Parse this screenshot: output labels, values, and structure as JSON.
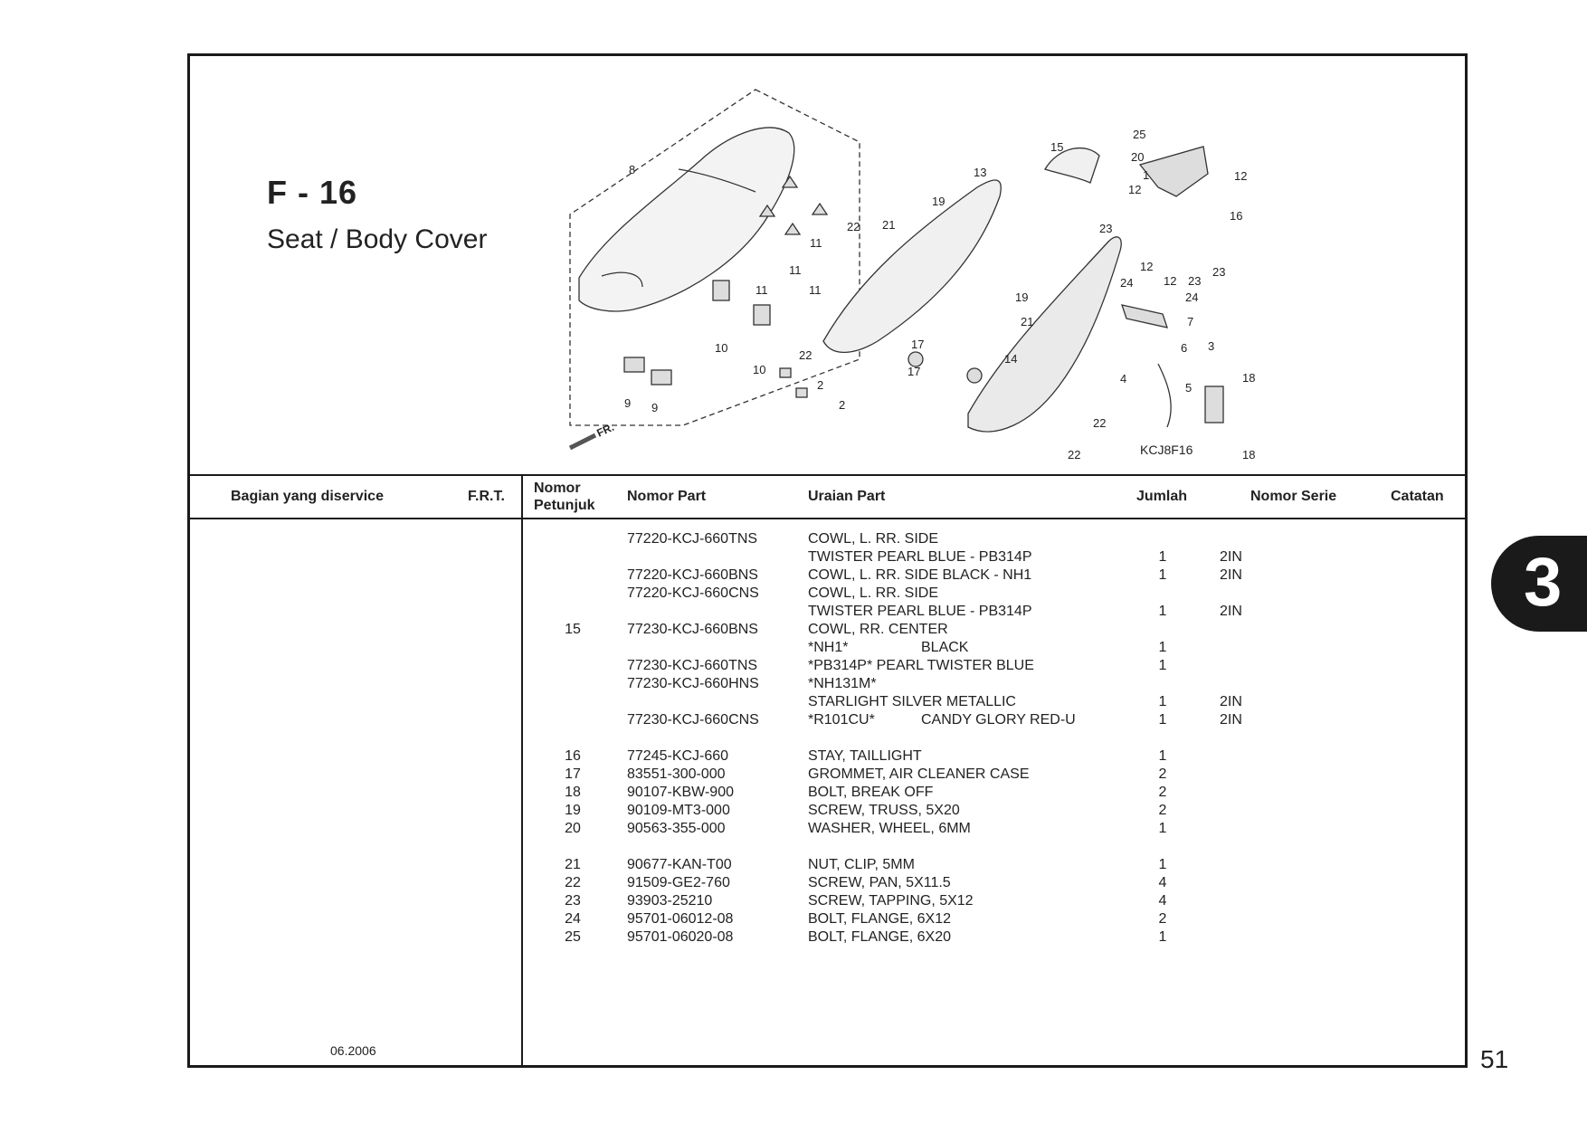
{
  "section": {
    "code": "F - 16",
    "title": "Seat / Body Cover"
  },
  "diagram": {
    "ref_code": "KCJ8F16",
    "arrow_label": "FR.",
    "callouts": [
      "8",
      "9",
      "9",
      "10",
      "10",
      "11",
      "11",
      "11",
      "11",
      "2",
      "2",
      "22",
      "22",
      "22",
      "22",
      "19",
      "19",
      "21",
      "21",
      "13",
      "14",
      "15",
      "17",
      "17",
      "25",
      "20",
      "1",
      "12",
      "12",
      "12",
      "12",
      "16",
      "23",
      "23",
      "23",
      "24",
      "24",
      "7",
      "6",
      "3",
      "4",
      "5",
      "18",
      "18"
    ]
  },
  "table": {
    "headers": {
      "bagian": "Bagian yang diservice",
      "frt": "F.R.T.",
      "nomor_petunjuk": "Nomor\nPetunjuk",
      "nomor_part": "Nomor Part",
      "uraian": "Uraian Part",
      "jumlah": "Jumlah",
      "serie": "Nomor Serie",
      "catatan": "Catatan"
    },
    "rows": [
      {
        "ref": "",
        "part": "77220-KCJ-660TNS",
        "desc": "COWL, L. RR. SIDE",
        "desc2": "",
        "qty": "",
        "serie": ""
      },
      {
        "ref": "",
        "part": "",
        "desc": "TWISTER PEARL BLUE - PB314P",
        "desc2": "",
        "qty": "1",
        "serie": "2IN"
      },
      {
        "ref": "",
        "part": "77220-KCJ-660BNS",
        "desc": "COWL, L. RR. SIDE BLACK - NH1",
        "desc2": "",
        "qty": "1",
        "serie": "2IN"
      },
      {
        "ref": "",
        "part": "77220-KCJ-660CNS",
        "desc": "COWL, L. RR. SIDE",
        "desc2": "",
        "qty": "",
        "serie": ""
      },
      {
        "ref": "",
        "part": "",
        "desc": "TWISTER PEARL BLUE - PB314P",
        "desc2": "",
        "qty": "1",
        "serie": "2IN"
      },
      {
        "ref": "15",
        "part": "77230-KCJ-660BNS",
        "desc": "COWL, RR. CENTER",
        "desc2": "",
        "qty": "",
        "serie": ""
      },
      {
        "ref": "",
        "part": "",
        "desc": "*NH1*",
        "desc2": "BLACK",
        "qty": "1",
        "serie": ""
      },
      {
        "ref": "",
        "part": "77230-KCJ-660TNS",
        "desc": "*PB314P* PEARL TWISTER BLUE",
        "desc2": "",
        "qty": "1",
        "serie": ""
      },
      {
        "ref": "",
        "part": "77230-KCJ-660HNS",
        "desc": "*NH131M*",
        "desc2": "",
        "qty": "",
        "serie": ""
      },
      {
        "ref": "",
        "part": "",
        "desc": "STARLIGHT SILVER METALLIC",
        "desc2": "",
        "qty": "1",
        "serie": "2IN"
      },
      {
        "ref": "",
        "part": "77230-KCJ-660CNS",
        "desc": "*R101CU*",
        "desc2": "CANDY GLORY RED-U",
        "qty": "1",
        "serie": "2IN"
      },
      {
        "ref": "",
        "part": "",
        "desc": "",
        "desc2": "",
        "qty": "",
        "serie": ""
      },
      {
        "ref": "16",
        "part": "77245-KCJ-660",
        "desc": "STAY, TAILLIGHT",
        "desc2": "",
        "qty": "1",
        "serie": ""
      },
      {
        "ref": "17",
        "part": "83551-300-000",
        "desc": "GROMMET, AIR CLEANER CASE",
        "desc2": "",
        "qty": "2",
        "serie": ""
      },
      {
        "ref": "18",
        "part": "90107-KBW-900",
        "desc": "BOLT, BREAK OFF",
        "desc2": "",
        "qty": "2",
        "serie": ""
      },
      {
        "ref": "19",
        "part": "90109-MT3-000",
        "desc": "SCREW, TRUSS, 5X20",
        "desc2": "",
        "qty": "2",
        "serie": ""
      },
      {
        "ref": "20",
        "part": "90563-355-000",
        "desc": "WASHER, WHEEL, 6MM",
        "desc2": "",
        "qty": "1",
        "serie": ""
      },
      {
        "ref": "",
        "part": "",
        "desc": "",
        "desc2": "",
        "qty": "",
        "serie": ""
      },
      {
        "ref": "21",
        "part": "90677-KAN-T00",
        "desc": "NUT, CLIP, 5MM",
        "desc2": "",
        "qty": "1",
        "serie": ""
      },
      {
        "ref": "22",
        "part": "91509-GE2-760",
        "desc": "SCREW, PAN, 5X11.5",
        "desc2": "",
        "qty": "4",
        "serie": ""
      },
      {
        "ref": "23",
        "part": "93903-25210",
        "desc": "SCREW, TAPPING, 5X12",
        "desc2": "",
        "qty": "4",
        "serie": ""
      },
      {
        "ref": "24",
        "part": "95701-06012-08",
        "desc": "BOLT, FLANGE, 6X12",
        "desc2": "",
        "qty": "2",
        "serie": ""
      },
      {
        "ref": "25",
        "part": "95701-06020-08",
        "desc": "BOLT, FLANGE, 6X20",
        "desc2": "",
        "qty": "1",
        "serie": ""
      }
    ]
  },
  "footer": {
    "date": "06.2006",
    "page_number": "51",
    "chapter_tab": "3"
  }
}
